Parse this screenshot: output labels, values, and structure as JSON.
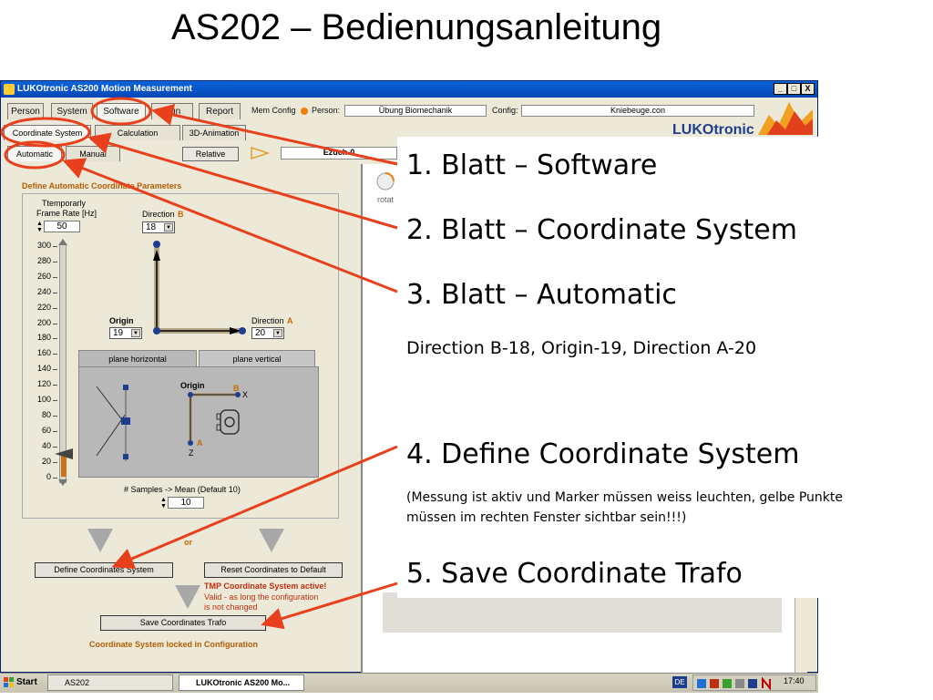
{
  "slide": {
    "title": "AS202 – Bedienungsanleitung"
  },
  "window": {
    "title": "LUKOtronic AS200 Motion Measurement",
    "minimize": "_",
    "maximize": "□",
    "close": "X"
  },
  "menu_tabs": [
    {
      "label": "Person"
    },
    {
      "label": "System"
    },
    {
      "label": "Software"
    },
    {
      "label": "Run"
    },
    {
      "label": "Report"
    }
  ],
  "info_bar": {
    "mem_config_label": "Mem Config",
    "person_label": "Person:",
    "person_value": "Übung Biomechanik",
    "config_label": "Config:",
    "config_value": "Kniebeuge.con"
  },
  "brand": {
    "text": "LUKOtronic"
  },
  "sub_tabs": [
    {
      "label": "Coordinate System"
    },
    {
      "label": "Calculation"
    },
    {
      "label": "3D-Animation"
    }
  ],
  "mode_tabs": [
    {
      "label": "Automatic"
    },
    {
      "label": "Manual"
    }
  ],
  "relative_button": "Relative",
  "device_field": "Ezuch-0",
  "panel": {
    "section_title": "Define Automatic Coordinate Parameters",
    "temporarily_label": "Ttemporarly",
    "frame_rate_label": "Frame Rate [Hz]",
    "frame_rate_value": "50",
    "direction_b_label": "Direction",
    "direction_b_letter": "B",
    "direction_b_value": "18",
    "origin_label": "Origin",
    "origin_value": "19",
    "direction_a_label": "Direction",
    "direction_a_letter": "A",
    "direction_a_value": "20",
    "slider_ticks": [
      "300",
      "280",
      "260",
      "240",
      "220",
      "200",
      "180",
      "160",
      "140",
      "120",
      "100",
      "80",
      "60",
      "40",
      "20",
      "0"
    ],
    "slider_value": 30,
    "plane_tabs": [
      {
        "label": "plane horizontal"
      },
      {
        "label": "plane vertical"
      }
    ],
    "plane_origin_label": "Origin",
    "plane_b": "B",
    "plane_x": "X",
    "plane_a": "A",
    "plane_z": "Z",
    "samples_label": "# Samples -> Mean (Default 10)",
    "samples_value": "10",
    "or_label": "or",
    "define_button": "Define Coordinates System",
    "reset_button": "Reset Coordinates to Default",
    "tmp_active": "TMP Coordinate System active!",
    "valid_line1": "Valid - as long the configuration",
    "valid_line2": "is not changed",
    "save_button": "Save Coordinates Trafo",
    "locked_text": "Coordinate System locked in Configuration"
  },
  "right_panel": {
    "rotate_label": "rotat"
  },
  "taskbar": {
    "start": "Start",
    "items": [
      {
        "label": "AS202"
      },
      {
        "label": "LUKOtronic AS200 Mo..."
      }
    ],
    "lang": "DE",
    "clock": "17:40"
  },
  "annotations": {
    "step1": "1. Blatt – Software",
    "step2": "2. Blatt – Coordinate System",
    "step3": "3. Blatt – Automatic",
    "step3_detail": "Direction B-18, Origin-19, Direction A-20",
    "step4": "4. Define Coordinate System",
    "step4_note1": "(Messung ist aktiv und Marker müssen weiss leuchten, gelbe Punkte",
    "step4_note2": "müssen im rechten Fenster sichtbar sein!!!)",
    "step5": "5. Save Coordinate Trafo"
  },
  "colors": {
    "annotation_red": "#e8401c",
    "title_blue": "#0a58d0",
    "panel_orange": "#b85c00",
    "marker_navy": "#1f3d8f"
  }
}
